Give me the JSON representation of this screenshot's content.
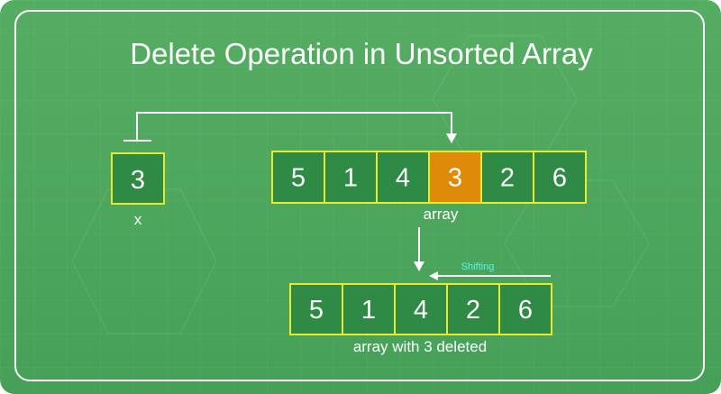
{
  "title": "Delete Operation in Unsorted Array",
  "x_box": {
    "value": "3",
    "label": "x"
  },
  "array": {
    "values": [
      "5",
      "1",
      "4",
      "3",
      "2",
      "6"
    ],
    "highlight_index": 3,
    "label": "array"
  },
  "result": {
    "values": [
      "5",
      "1",
      "4",
      "2",
      "6"
    ],
    "label": "array with 3 deleted"
  },
  "shifting_label": "Shifting",
  "colors": {
    "background": "#4ca55c",
    "cell_fill": "#2f8a45",
    "cell_border": "#e8ea2a",
    "highlight": "#e08a0a",
    "line": "#ffffff",
    "shifting_text": "#5ef2ee"
  }
}
